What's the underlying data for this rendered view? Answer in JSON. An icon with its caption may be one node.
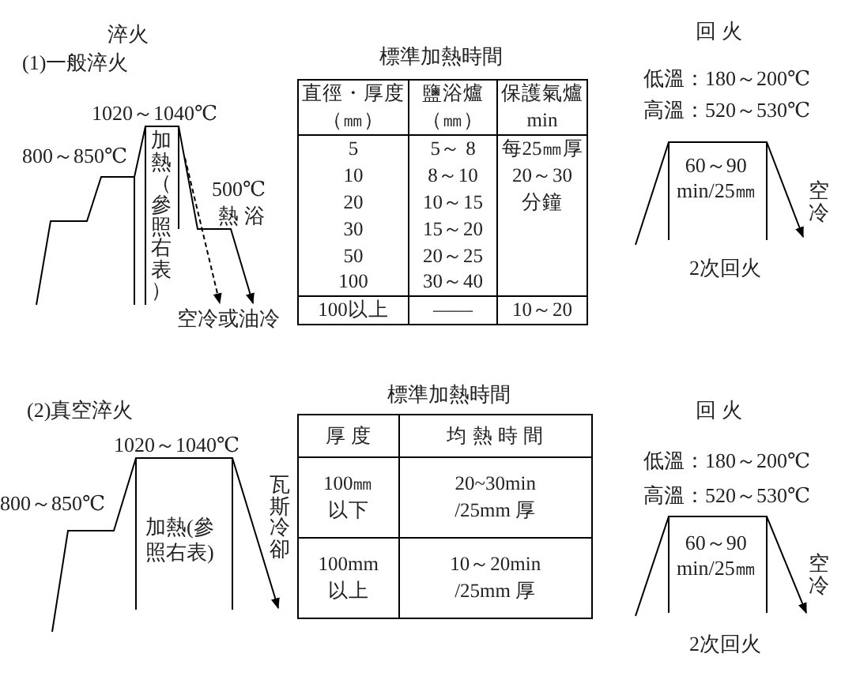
{
  "diagram": {
    "labels": [
      "淬火",
      "(1)一般淬火",
      "1020～1040℃",
      "800～850℃",
      "加熱（參照右表）",
      "500℃",
      "熱 浴",
      "空冷或油冷",
      "標準加熱時間",
      "直徑・厚度（㎜）",
      "鹽浴爐（㎜）",
      "保護氣爐 min",
      "5",
      "5～ 8",
      "每25㎜厚 20～30 分鐘",
      "10",
      "8～10",
      "20",
      "10～15",
      "30",
      "15～20",
      "50",
      "20～25",
      "100",
      "30～40",
      "100以上",
      "——",
      "10～20",
      "回 火",
      "低溫：180～200℃",
      "高溫：520～530℃",
      "60～90 min/25㎜",
      "空冷",
      "2次回火",
      "(2)真空淬火",
      "1020～1040℃",
      "800～850℃",
      "加熱(參照右表)",
      "瓦斯冷卻",
      "標準加熱時間",
      "厚 度",
      "均 熱 時 間",
      "100㎜以下",
      "20~30min /25mm 厚",
      "100mm以上",
      "10～20min /25mm 厚",
      "回 火",
      "低溫：180～200℃",
      "高溫：520～530℃",
      "60～90 min/25㎜",
      "空冷",
      "2次回火"
    ]
  }
}
